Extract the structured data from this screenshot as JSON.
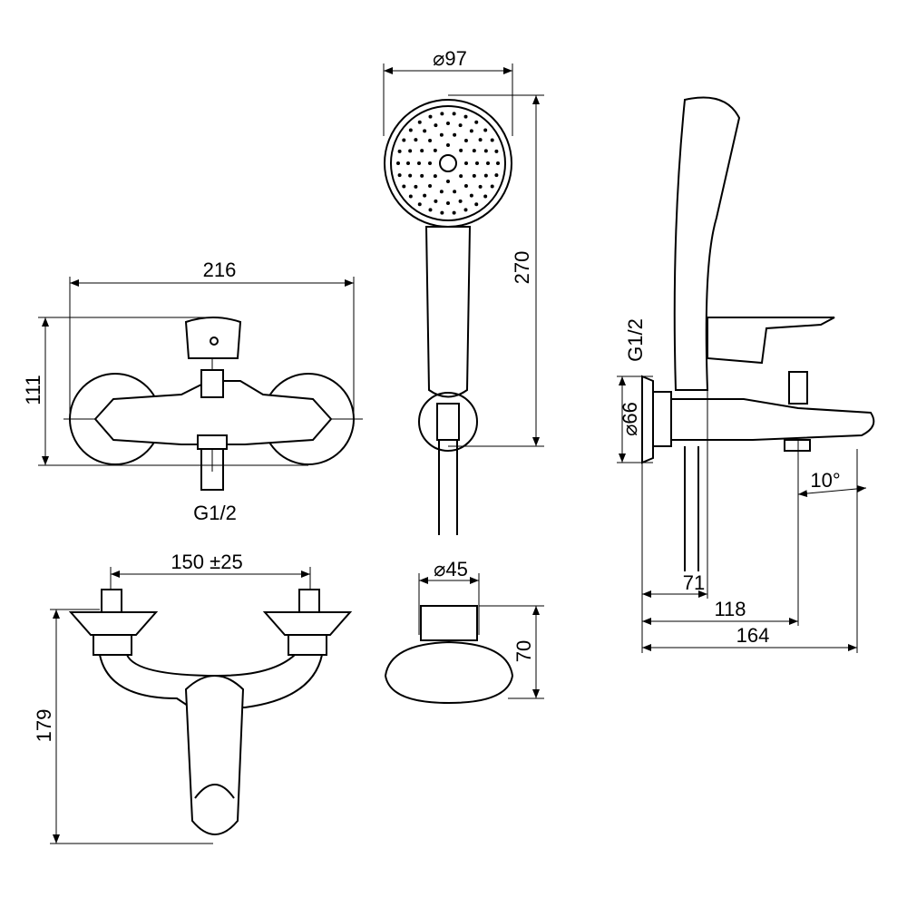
{
  "front_view": {
    "width_label": "216",
    "height_label": "111",
    "thread_label": "G1/2"
  },
  "hand_shower": {
    "diameter_label": "⌀97",
    "length_label": "270"
  },
  "side_view": {
    "thread_label": "G1/2",
    "flange_label": "⌀66",
    "angle_label": "10°",
    "dim_71": "71",
    "dim_118": "118",
    "dim_164": "164"
  },
  "top_view": {
    "spacing_label": "150 ±25",
    "depth_label": "179"
  },
  "holder": {
    "diameter_label": "⌀45",
    "height_label": "70"
  }
}
